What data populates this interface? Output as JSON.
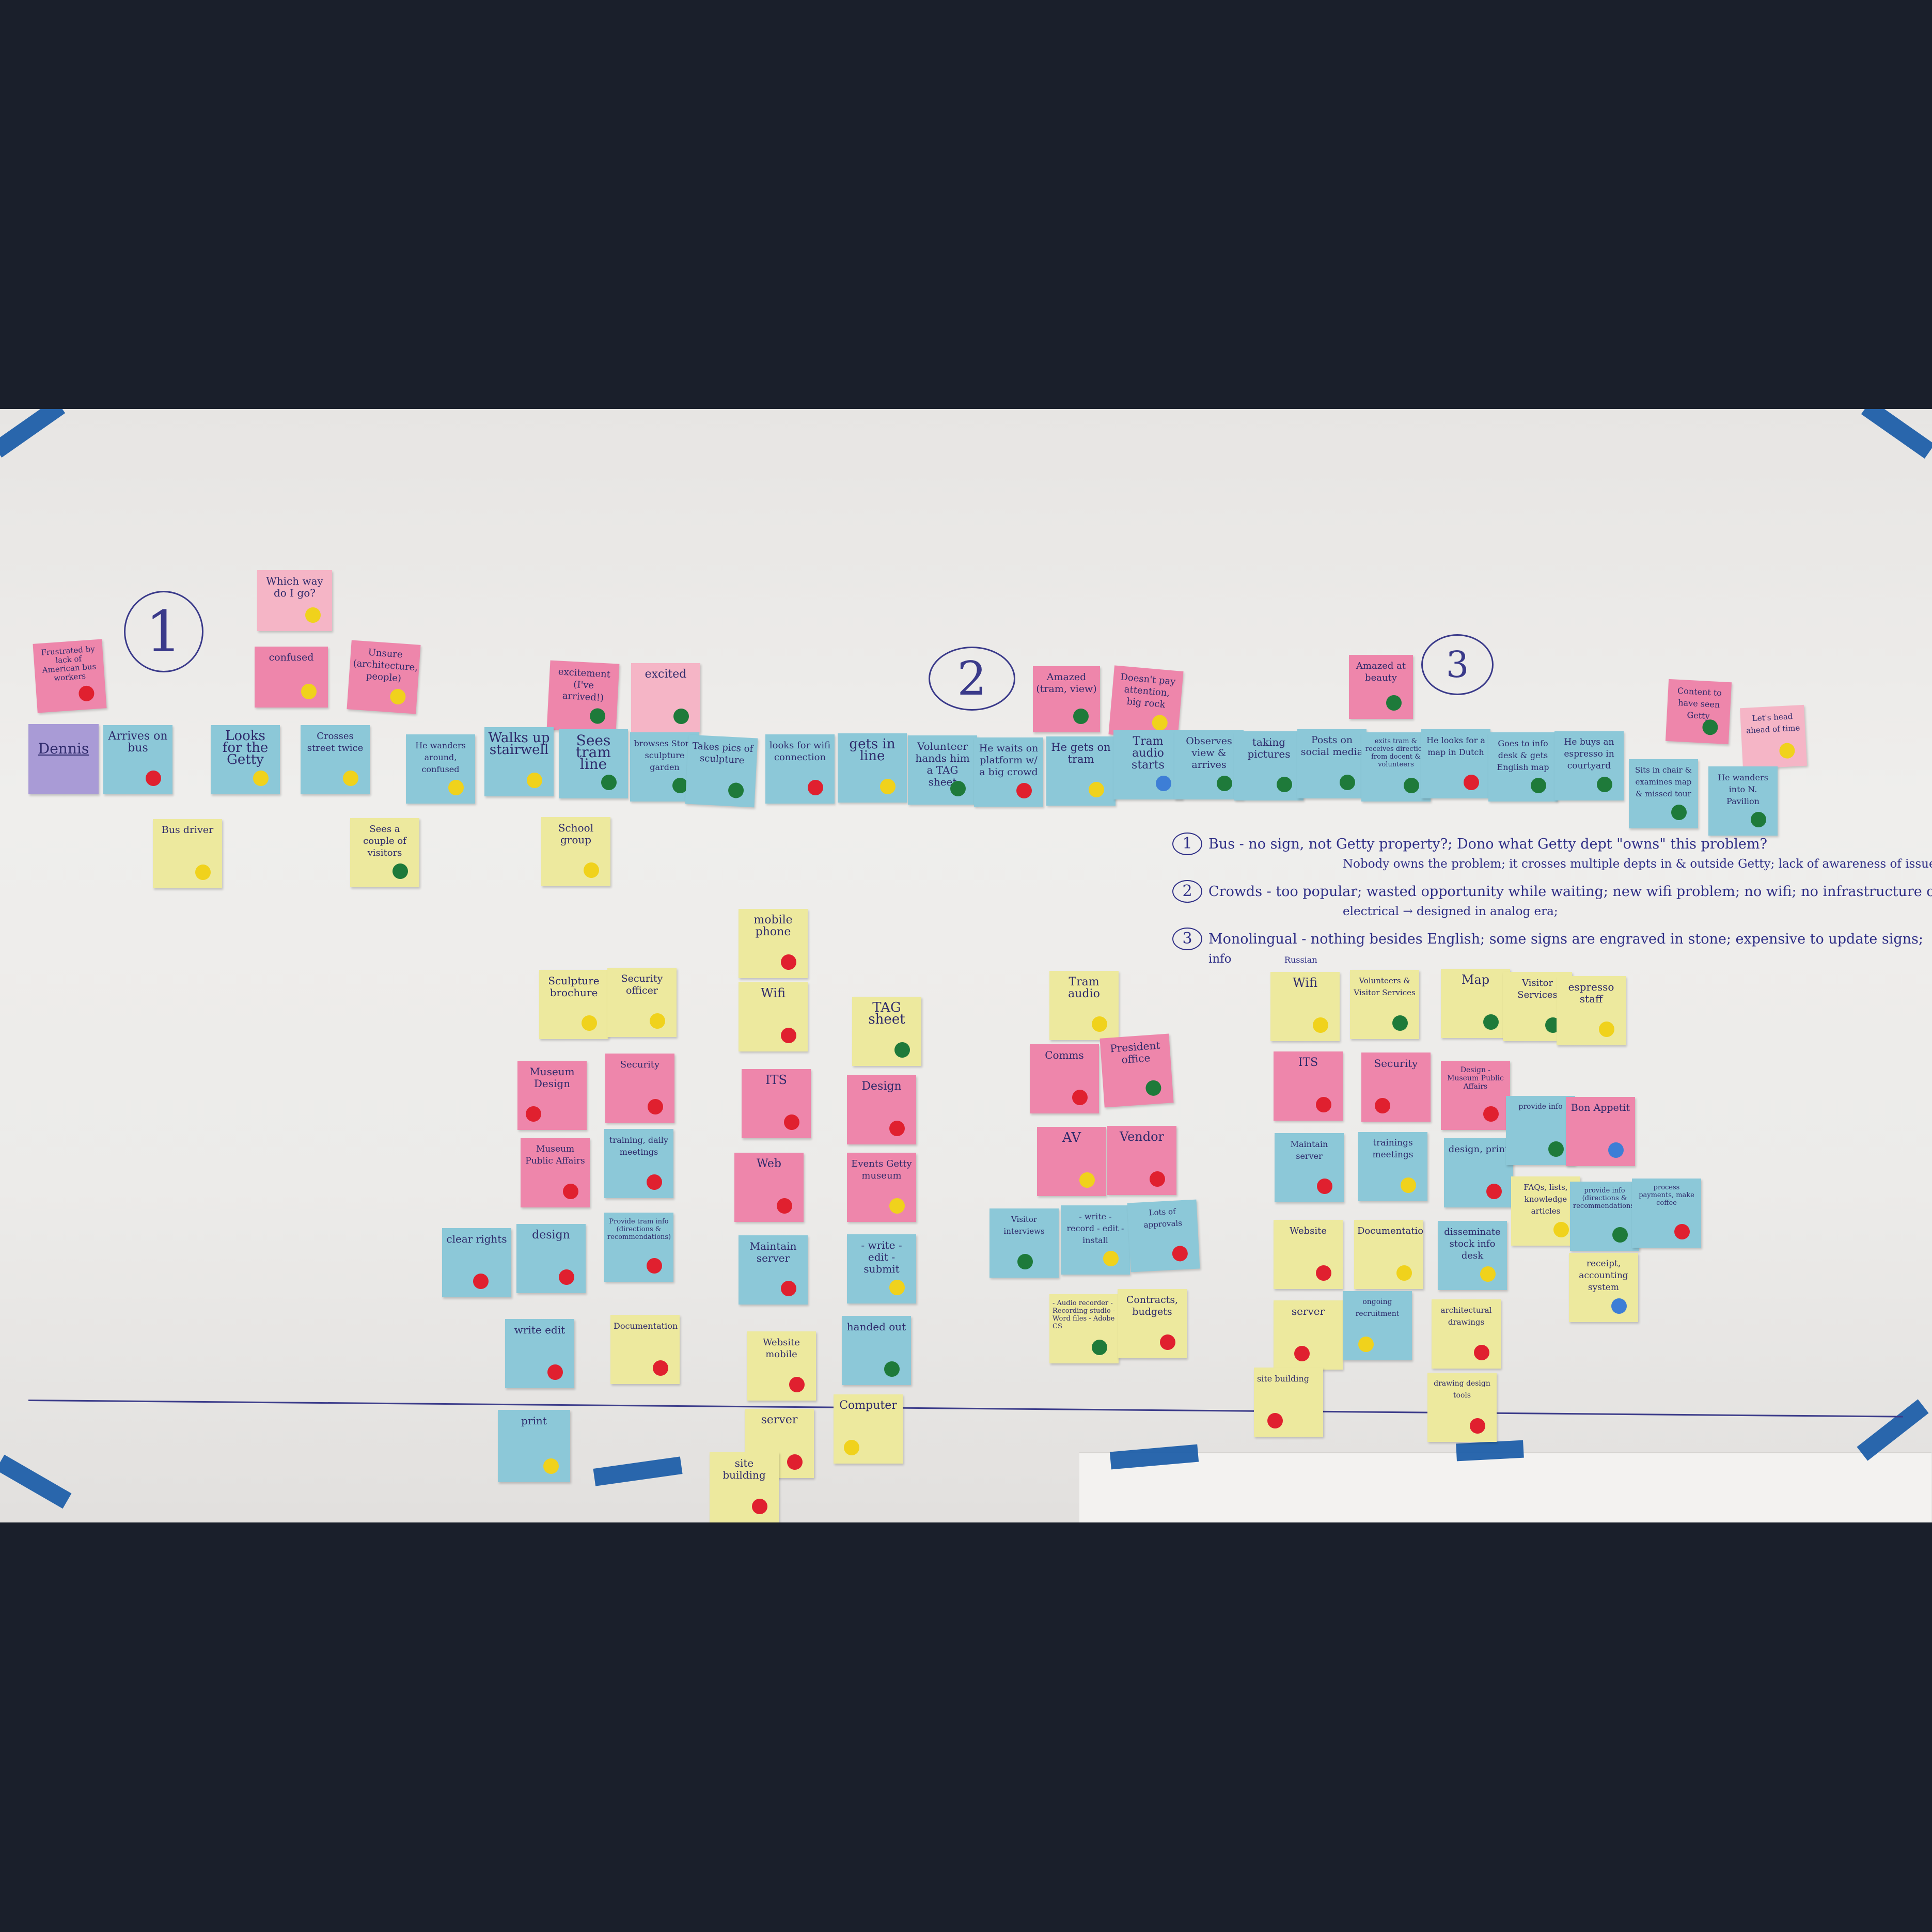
{
  "board": {
    "markers": [
      "1",
      "2",
      "3"
    ],
    "notes": [
      {
        "num": "1",
        "head": "Bus - no sign, not Getty property?; Dono what Getty dept \"owns\" this problem?",
        "cont": "Nobody owns the problem; it crosses multiple depts in & outside Getty; lack of awareness of issue → mgmt doesn't take the bus; division/silo between mgmt & \"front\" responsibilities"
      },
      {
        "num": "2",
        "head": "Crowds - too popular; wasted opportunity while waiting; new wifi problem; no wifi; no infrastructure or",
        "cont": "electrical → designed in analog era;"
      },
      {
        "num": "3",
        "head": "Monolingual - nothing besides English; some signs are engraved in stone; expensive to update signs;",
        "cont": "info",
        "sub": "Russian"
      }
    ],
    "persona": "Dennis",
    "emotions": [
      {
        "text": "Frustrated by lack of American bus workers"
      },
      {
        "text": "Which way do I go?"
      },
      {
        "text": "confused"
      },
      {
        "text": "Unsure (architecture, people)"
      },
      {
        "text": "excitement (I've arrived!)"
      },
      {
        "text": "excited"
      },
      {
        "text": "Amazed (tram, view)"
      },
      {
        "text": "Doesn't pay attention, big rock"
      },
      {
        "text": "Amazed at beauty"
      },
      {
        "text": "Content to have seen Getty"
      },
      {
        "text": "Let's head ahead of time"
      }
    ],
    "steps": [
      "Arrives on bus",
      "Looks for the Getty",
      "Crosses street twice",
      "He wanders around, confused",
      "Walks up stairwell",
      "Sees tram line",
      "browses Stone sculpture garden",
      "Takes pics of sculpture",
      "looks for wifi connection",
      "gets in line",
      "Volunteer hands him a TAG sheet",
      "He waits on platform w/ a big crowd",
      "He gets on tram",
      "Tram audio starts",
      "Observes view & arrives",
      "taking pictures",
      "Posts on social media",
      "exits tram & receives direction from docent & volunteers",
      "He looks for a map in Dutch",
      "Goes to info desk & gets English map",
      "He buys an espresso in courtyard",
      "Sits in chair & examines map & missed tour",
      "He wanders into N. Pavilion"
    ],
    "actors": [
      "Bus driver",
      "Sees a couple of visitors",
      "School group"
    ],
    "frontstage": [
      "Sculpture brochure",
      "Security officer",
      "mobile phone",
      "Wifi",
      "TAG sheet",
      "Tram audio",
      "Wifi",
      "Volunteers & Visitor Services",
      "Map",
      "Visitor Services",
      "espresso staff"
    ],
    "backstage": [
      "Museum Design",
      "Security",
      "Museum Public Affairs",
      "training, daily meetings",
      "clear rights",
      "design",
      "Provide tram info (directions & recommendations)",
      "write edit",
      "Documentation",
      "print",
      "ITS",
      "Web",
      "Maintain server",
      "Website mobile",
      "server",
      "site building",
      "Design",
      "Events Getty museum",
      "- write - edit - submit",
      "handed out",
      "Computer",
      "Comms",
      "President office",
      "AV",
      "Vendor",
      "Visitor interviews",
      "- write - record - edit - install",
      "Lots of approvals",
      "- Audio recorder - Recording studio - Word files - Adobe CS",
      "Contracts, budgets",
      "ITS",
      "Maintain server",
      "Website",
      "server",
      "site building",
      "Security",
      "trainings meetings",
      "Documentation",
      "ongoing recruitment",
      "Design - Museum Public Affairs",
      "design, print",
      "disseminate stock info desk",
      "architectural drawings",
      "drawing design tools",
      "provide info",
      "Bon Appetit",
      "FAQs, lists, knowledge articles",
      "provide info (directions & recommendations)",
      "process payments, make coffee",
      "receipt, accounting system"
    ]
  }
}
